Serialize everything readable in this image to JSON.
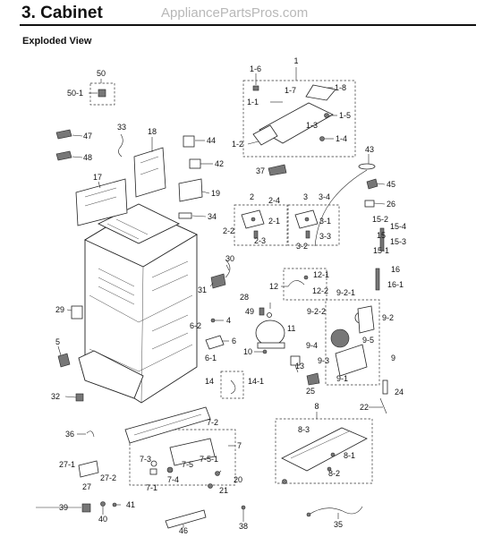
{
  "header": {
    "title": "3.  Cabinet",
    "site": "AppliancePartsPros.com"
  },
  "subtitle": "Exploded View",
  "labels": {
    "l50": "50",
    "l50_1": "50-1",
    "l47": "47",
    "l48": "48",
    "l33": "33",
    "l18": "18",
    "l44": "44",
    "l42": "42",
    "l17": "17",
    "l19": "19",
    "l34": "34",
    "l1": "1",
    "l1_6": "1-6",
    "l1_7": "1-7",
    "l1_8": "1-8",
    "l1_1": "1-1",
    "l1_5": "1-5",
    "l1_3": "1-3",
    "l1_4": "1-4",
    "l1_2": "1-2",
    "l43": "43",
    "l37": "37",
    "l45": "45",
    "l26": "26",
    "l2": "2",
    "l2_4": "2-4",
    "l2_1": "2-1",
    "l2_2": "2-2",
    "l2_3": "2-3",
    "l3": "3",
    "l3_4": "3-4",
    "l3_1": "3-1",
    "l3_3": "3-3",
    "l3_2": "3-2",
    "l15_2": "15-2",
    "l15_4": "15-4",
    "l15": "15",
    "l15_3": "15-3",
    "l15_1": "15-1",
    "l30": "30",
    "l31": "31",
    "l16": "16",
    "l16_1": "16-1",
    "l12_1": "12-1",
    "l12": "12",
    "l12_2": "12-2",
    "l9_2_1": "9-2-1",
    "l29": "29",
    "l28": "28",
    "l49": "49",
    "l4": "4",
    "l9_2_2": "9-2-2",
    "l9_2": "9-2",
    "l6_2": "6-2",
    "l6": "6",
    "l11": "11",
    "l9_5": "9-5",
    "l9_4": "9-4",
    "l6_1": "6-1",
    "l5": "5",
    "l10": "10",
    "l13": "13",
    "l9": "9",
    "l9_3": "9-3",
    "l9_1": "9-1",
    "l14": "14",
    "l14_1": "14-1",
    "l25": "25",
    "l32": "32",
    "l24": "24",
    "l8": "8",
    "l22": "22",
    "l7_2": "7-2",
    "l36": "36",
    "l8_3": "8-3",
    "l7": "7",
    "l7_3": "7-3",
    "l7_5_1": "7-5-1",
    "l27_1": "27-1",
    "l7_5": "7-5",
    "l8_1": "8-1",
    "l27_2": "27-2",
    "l7_4": "7-4",
    "l7_1": "7-1",
    "l20": "20",
    "l8_2": "8-2",
    "l27": "27",
    "l21": "21",
    "l39": "39",
    "l41": "41",
    "l40": "40",
    "l46": "46",
    "l38": "38",
    "l35": "35"
  }
}
